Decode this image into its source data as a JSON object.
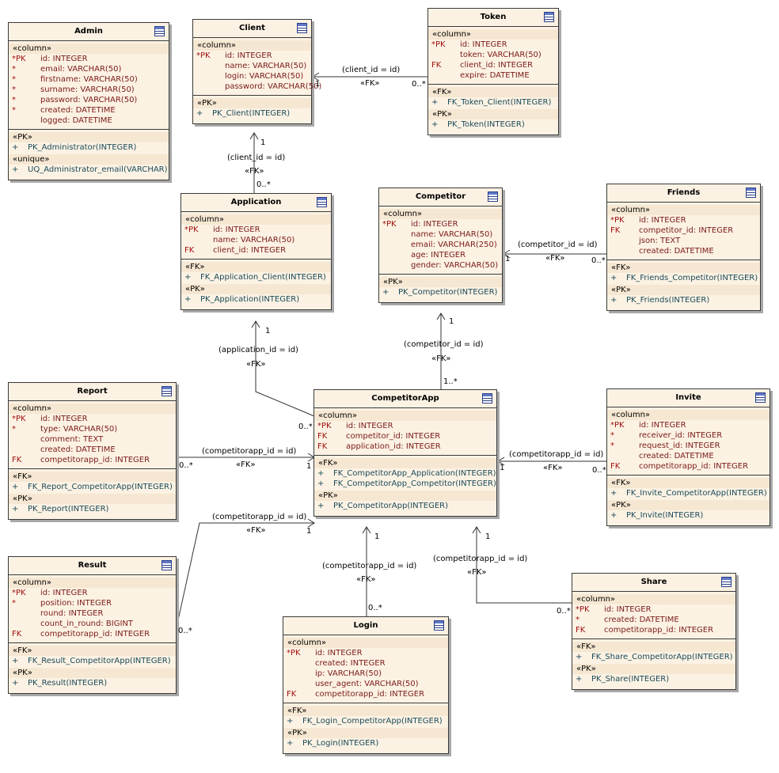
{
  "entities": {
    "admin": {
      "title": "Admin",
      "column_header": "«column»",
      "columns": [
        {
          "stereo": "*PK",
          "text": "id:  INTEGER"
        },
        {
          "stereo": "*",
          "text": "email:  VARCHAR(50)"
        },
        {
          "stereo": "*",
          "text": "firstname:  VARCHAR(50)"
        },
        {
          "stereo": "*",
          "text": "surname:  VARCHAR(50)"
        },
        {
          "stereo": "*",
          "text": "password:  VARCHAR(50)"
        },
        {
          "stereo": "*",
          "text": "created:  DATETIME"
        },
        {
          "stereo": "",
          "text": "logged:  DATETIME"
        }
      ],
      "ops": [
        {
          "header": "«PK»",
          "items": [
            {
              "vis": "+",
              "text": "PK_Administrator(INTEGER)"
            }
          ]
        },
        {
          "header": "«unique»",
          "items": [
            {
              "vis": "+",
              "text": "UQ_Administrator_email(VARCHAR)"
            }
          ]
        }
      ]
    },
    "client": {
      "title": "Client",
      "column_header": "«column»",
      "columns": [
        {
          "stereo": "*PK",
          "text": "id:  INTEGER"
        },
        {
          "stereo": "",
          "text": "name:  VARCHAR(50)"
        },
        {
          "stereo": "",
          "text": "login:  VARCHAR(50)"
        },
        {
          "stereo": "",
          "text": "password:  VARCHAR(50)"
        }
      ],
      "ops": [
        {
          "header": "«PK»",
          "items": [
            {
              "vis": "+",
              "text": "PK_Client(INTEGER)"
            }
          ]
        }
      ]
    },
    "token": {
      "title": "Token",
      "column_header": "«column»",
      "columns": [
        {
          "stereo": "*PK",
          "text": "id:  INTEGER"
        },
        {
          "stereo": "",
          "text": "token:  VARCHAR(50)"
        },
        {
          "stereo": "FK",
          "text": "client_id:  INTEGER"
        },
        {
          "stereo": "",
          "text": "expire:  DATETIME"
        }
      ],
      "ops": [
        {
          "header": "«FK»",
          "items": [
            {
              "vis": "+",
              "text": "FK_Token_Client(INTEGER)"
            }
          ]
        },
        {
          "header": "«PK»",
          "items": [
            {
              "vis": "+",
              "text": "PK_Token(INTEGER)"
            }
          ]
        }
      ]
    },
    "application": {
      "title": "Application",
      "column_header": "«column»",
      "columns": [
        {
          "stereo": "*PK",
          "text": "id:  INTEGER"
        },
        {
          "stereo": "",
          "text": "name:  VARCHAR(50)"
        },
        {
          "stereo": "FK",
          "text": "client_id:  INTEGER"
        }
      ],
      "ops": [
        {
          "header": "«FK»",
          "items": [
            {
              "vis": "+",
              "text": "FK_Application_Client(INTEGER)"
            }
          ]
        },
        {
          "header": "«PK»",
          "items": [
            {
              "vis": "+",
              "text": "PK_Application(INTEGER)"
            }
          ]
        }
      ]
    },
    "competitor": {
      "title": "Competitor",
      "column_header": "«column»",
      "columns": [
        {
          "stereo": "*PK",
          "text": "id:  INTEGER"
        },
        {
          "stereo": "",
          "text": "name:  VARCHAR(50)"
        },
        {
          "stereo": "",
          "text": "email:  VARCHAR(250)"
        },
        {
          "stereo": "",
          "text": "age:  INTEGER"
        },
        {
          "stereo": "",
          "text": "gender:  VARCHAR(50)"
        }
      ],
      "ops": [
        {
          "header": "«PK»",
          "items": [
            {
              "vis": "+",
              "text": "PK_Competitor(INTEGER)"
            }
          ]
        }
      ]
    },
    "friends": {
      "title": "Friends",
      "column_header": "«column»",
      "columns": [
        {
          "stereo": "*PK",
          "text": "id:  INTEGER"
        },
        {
          "stereo": "FK",
          "text": "competitor_id:  INTEGER"
        },
        {
          "stereo": "",
          "text": "json:  TEXT"
        },
        {
          "stereo": "",
          "text": "created:  DATETIME"
        }
      ],
      "ops": [
        {
          "header": "«FK»",
          "items": [
            {
              "vis": "+",
              "text": "FK_Friends_Competitor(INTEGER)"
            }
          ]
        },
        {
          "header": "«PK»",
          "items": [
            {
              "vis": "+",
              "text": "PK_Friends(INTEGER)"
            }
          ]
        }
      ]
    },
    "report": {
      "title": "Report",
      "column_header": "«column»",
      "columns": [
        {
          "stereo": "*PK",
          "text": "id:  INTEGER"
        },
        {
          "stereo": "*",
          "text": "type:  VARCHAR(50)"
        },
        {
          "stereo": "",
          "text": "comment:  TEXT"
        },
        {
          "stereo": "",
          "text": "created:  DATETIME"
        },
        {
          "stereo": "FK",
          "text": "competitorapp_id:  INTEGER"
        }
      ],
      "ops": [
        {
          "header": "«FK»",
          "items": [
            {
              "vis": "+",
              "text": "FK_Report_CompetitorApp(INTEGER)"
            }
          ]
        },
        {
          "header": "«PK»",
          "items": [
            {
              "vis": "+",
              "text": "PK_Report(INTEGER)"
            }
          ]
        }
      ]
    },
    "competitorapp": {
      "title": "CompetitorApp",
      "column_header": "«column»",
      "columns": [
        {
          "stereo": "*PK",
          "text": "id:  INTEGER"
        },
        {
          "stereo": "FK",
          "text": "competitor_id:  INTEGER"
        },
        {
          "stereo": "FK",
          "text": "application_id:  INTEGER"
        }
      ],
      "ops": [
        {
          "header": "«FK»",
          "items": [
            {
              "vis": "+",
              "text": "FK_CompetitorApp_Application(INTEGER)"
            },
            {
              "vis": "+",
              "text": "FK_CompetitorApp_Competitor(INTEGER)"
            }
          ]
        },
        {
          "header": "«PK»",
          "items": [
            {
              "vis": "+",
              "text": "PK_CompetitorApp(INTEGER)"
            }
          ]
        }
      ]
    },
    "invite": {
      "title": "Invite",
      "column_header": "«column»",
      "columns": [
        {
          "stereo": "*PK",
          "text": "id:  INTEGER"
        },
        {
          "stereo": "*",
          "text": "receiver_id:  INTEGER"
        },
        {
          "stereo": "*",
          "text": "request_id:  INTEGER"
        },
        {
          "stereo": "",
          "text": "created:  DATETIME"
        },
        {
          "stereo": "FK",
          "text": "competitorapp_id:  INTEGER"
        }
      ],
      "ops": [
        {
          "header": "«FK»",
          "items": [
            {
              "vis": "+",
              "text": "FK_Invite_CompetitorApp(INTEGER)"
            }
          ]
        },
        {
          "header": "«PK»",
          "items": [
            {
              "vis": "+",
              "text": "PK_Invite(INTEGER)"
            }
          ]
        }
      ]
    },
    "result": {
      "title": "Result",
      "column_header": "«column»",
      "columns": [
        {
          "stereo": "*PK",
          "text": "id:  INTEGER"
        },
        {
          "stereo": "*",
          "text": "position:  INTEGER"
        },
        {
          "stereo": "",
          "text": "round:  INTEGER"
        },
        {
          "stereo": "",
          "text": "count_in_round:  BIGINT"
        },
        {
          "stereo": "FK",
          "text": "competitorapp_id:  INTEGER"
        }
      ],
      "ops": [
        {
          "header": "«FK»",
          "items": [
            {
              "vis": "+",
              "text": "FK_Result_CompetitorApp(INTEGER)"
            }
          ]
        },
        {
          "header": "«PK»",
          "items": [
            {
              "vis": "+",
              "text": "PK_Result(INTEGER)"
            }
          ]
        }
      ]
    },
    "share": {
      "title": "Share",
      "column_header": "«column»",
      "columns": [
        {
          "stereo": "*PK",
          "text": "id:  INTEGER"
        },
        {
          "stereo": "*",
          "text": "created:  DATETIME"
        },
        {
          "stereo": "FK",
          "text": "competitorapp_id:  INTEGER"
        }
      ],
      "ops": [
        {
          "header": "«FK»",
          "items": [
            {
              "vis": "+",
              "text": "FK_Share_CompetitorApp(INTEGER)"
            }
          ]
        },
        {
          "header": "«PK»",
          "items": [
            {
              "vis": "+",
              "text": "PK_Share(INTEGER)"
            }
          ]
        }
      ]
    },
    "login": {
      "title": "Login",
      "column_header": "«column»",
      "columns": [
        {
          "stereo": "*PK",
          "text": "id:  INTEGER"
        },
        {
          "stereo": "",
          "text": "created:  INTEGER"
        },
        {
          "stereo": "",
          "text": "ip:  VARCHAR(50)"
        },
        {
          "stereo": "",
          "text": "user_agent:  VARCHAR(50)"
        },
        {
          "stereo": "FK",
          "text": "competitorapp_id:  INTEGER"
        }
      ],
      "ops": [
        {
          "header": "«FK»",
          "items": [
            {
              "vis": "+",
              "text": "FK_Login_CompetitorApp(INTEGER)"
            }
          ]
        },
        {
          "header": "«PK»",
          "items": [
            {
              "vis": "+",
              "text": "PK_Login(INTEGER)"
            }
          ]
        }
      ]
    }
  },
  "relations": {
    "token_client": {
      "cond": "(client_id = id)",
      "stereo": "«FK»",
      "one": "1",
      "many": "0..*"
    },
    "application_client": {
      "cond": "(client_id = id)",
      "stereo": "«FK»",
      "one": "1",
      "many": "0..*"
    },
    "friends_competitor": {
      "cond": "(competitor_id = id)",
      "stereo": "«FK»",
      "one": "1",
      "many": "0..*"
    },
    "competitorapp_application": {
      "cond": "(application_id = id)",
      "stereo": "«FK»",
      "one": "1",
      "many": "0..*"
    },
    "competitorapp_competitor": {
      "cond": "(competitor_id = id)",
      "stereo": "«FK»",
      "one": "1",
      "many": "1..*"
    },
    "report_competitorapp": {
      "cond": "(competitorapp_id = id)",
      "stereo": "«FK»",
      "one": "1",
      "many": "0..*"
    },
    "result_competitorapp": {
      "cond": "(competitorapp_id = id)",
      "stereo": "«FK»",
      "one": "1",
      "many": "0..*"
    },
    "invite_competitorapp": {
      "cond": "(competitorapp_id = id)",
      "stereo": "«FK»",
      "one": "1",
      "many": "0..*"
    },
    "login_competitorapp": {
      "cond": "(competitorapp_id = id)",
      "stereo": "«FK»",
      "one": "1",
      "many": "0..*"
    },
    "share_competitorapp": {
      "cond": "(competitorapp_id = id)",
      "stereo": "«FK»",
      "one": "1",
      "many": "0..*"
    }
  }
}
